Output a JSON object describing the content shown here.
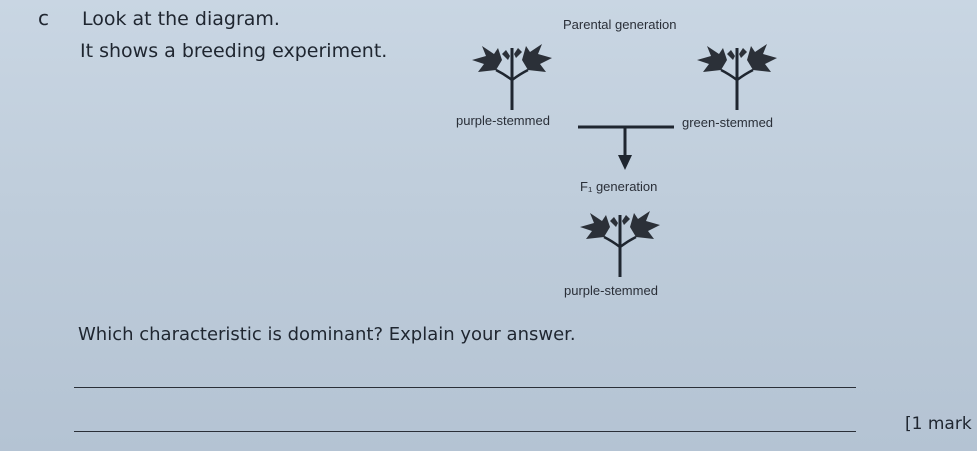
{
  "question": {
    "letter": "c",
    "intro_line1": "Look at the diagram.",
    "intro_line2": "It shows a breeding experiment.",
    "prompt": "Which characteristic is dominant? Explain your answer.",
    "marks": "[1 mark"
  },
  "diagram": {
    "parental_label": "Parental generation",
    "parent1_label": "purple-stemmed",
    "parent2_label": "green-stemmed",
    "f1_label": "F₁ generation",
    "offspring_label": "purple-stemmed",
    "colors": {
      "ink": "#1f2630",
      "leaf": "#2b3038"
    },
    "icons": [
      "plant-icon",
      "cross-arrow"
    ]
  }
}
